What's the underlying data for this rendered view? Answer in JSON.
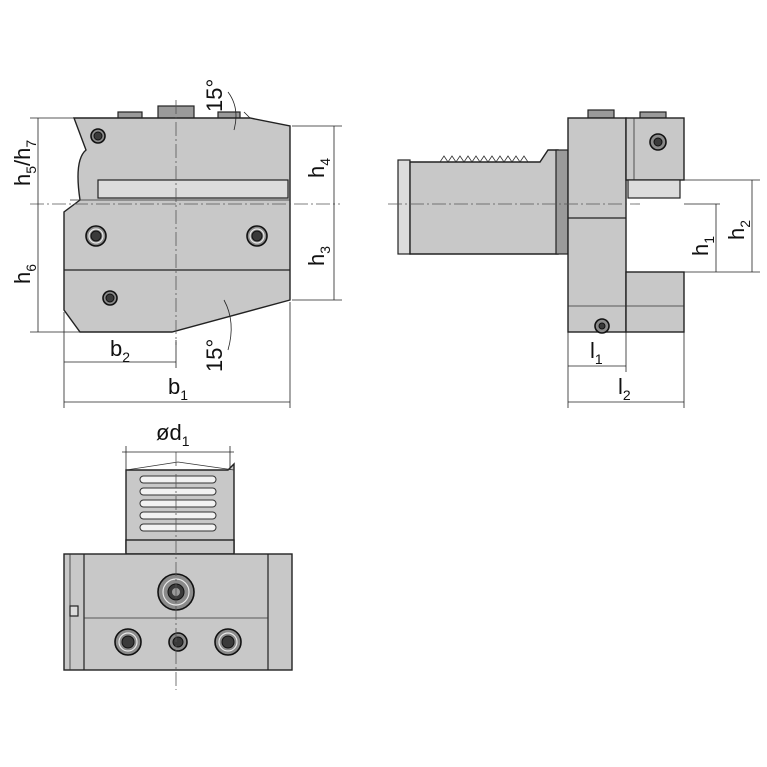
{
  "labels": {
    "h5h7": {
      "main": "h",
      "s1": "5",
      "slash": "/h",
      "s2": "7"
    },
    "h6": {
      "main": "h",
      "sub": "6"
    },
    "h4": {
      "main": "h",
      "sub": "4"
    },
    "h3": {
      "main": "h",
      "sub": "3"
    },
    "b2": {
      "main": "b",
      "sub": "2"
    },
    "b1": {
      "main": "b",
      "sub": "1"
    },
    "angle_top": "15°",
    "angle_bottom": "15°",
    "h1": {
      "main": "h",
      "sub": "1"
    },
    "h2": {
      "main": "h",
      "sub": "2"
    },
    "l1": {
      "main": "l",
      "sub": "1"
    },
    "l2": {
      "main": "l",
      "sub": "2"
    },
    "d1": {
      "main": "ød",
      "sub": "1"
    }
  },
  "colors": {
    "body": "#c8c8c8",
    "dark": "#9a9a9a",
    "line": "#222222"
  }
}
